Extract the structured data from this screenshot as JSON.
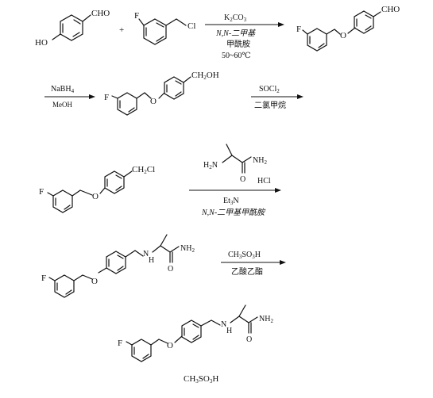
{
  "scheme": {
    "step1": {
      "reactant1": {
        "group_ho": "HO",
        "group_cho": "CHO"
      },
      "plus": "+",
      "reactant2": {
        "group_f": "F",
        "group_cl": "Cl"
      },
      "reagent_line1_base": "K",
      "reagent_line1_sub1": "2",
      "reagent_line1_mid": "CO",
      "reagent_line1_sub2": "3",
      "reagent_line2": "N,N-二甲基",
      "reagent_line3": "甲酰胺",
      "reagent_line4": "50~60℃",
      "product": {
        "group_f": "F",
        "group_o": "O",
        "group_cho": "CHO"
      }
    },
    "step2": {
      "reagent_above_base": "NaBH",
      "reagent_above_sub": "4",
      "reagent_below": "MeOH",
      "product": {
        "group_f": "F",
        "group_o": "O",
        "group_ch2oh_a": "CH",
        "group_ch2oh_sub": "2",
        "group_ch2oh_b": "OH"
      }
    },
    "step3": {
      "reagent_above_base": "SOCl",
      "reagent_above_sub": "2",
      "reagent_below": "二氯甲烷"
    },
    "step4": {
      "substrate": {
        "group_f": "F",
        "group_o": "O",
        "group_ch2cl_a": "CH",
        "group_ch2cl_sub": "2",
        "group_ch2cl_b": "Cl"
      },
      "reagent_amine": {
        "h2n_a": "H",
        "h2n_sub": "2",
        "h2n_b": "N",
        "nh2_a": "NH",
        "nh2_sub": "2",
        "carbonyl_o": "O"
      },
      "reagent_hcl": "HCl",
      "reagent_base_a": "Et",
      "reagent_base_sub": "3",
      "reagent_base_b": "N",
      "reagent_solvent": "N,N-二甲基甲酰胺"
    },
    "step5": {
      "substrate": {
        "group_f": "F",
        "group_o": "O",
        "group_nh": "N",
        "group_h": "H",
        "nh2_a": "NH",
        "nh2_sub": "2",
        "carbonyl_o": "O"
      },
      "reagent_above_a": "CH",
      "reagent_above_sub1": "3",
      "reagent_above_b": "SO",
      "reagent_above_sub2": "3",
      "reagent_above_c": "H",
      "reagent_below": "乙酸乙酯"
    },
    "final": {
      "group_f": "F",
      "group_o": "O",
      "group_nh": "N",
      "group_h": "H",
      "nh2_a": "NH",
      "nh2_sub": "2",
      "carbonyl_o": "O",
      "salt_a": "CH",
      "salt_sub1": "3",
      "salt_b": "SO",
      "salt_sub2": "3",
      "salt_c": "H"
    }
  }
}
